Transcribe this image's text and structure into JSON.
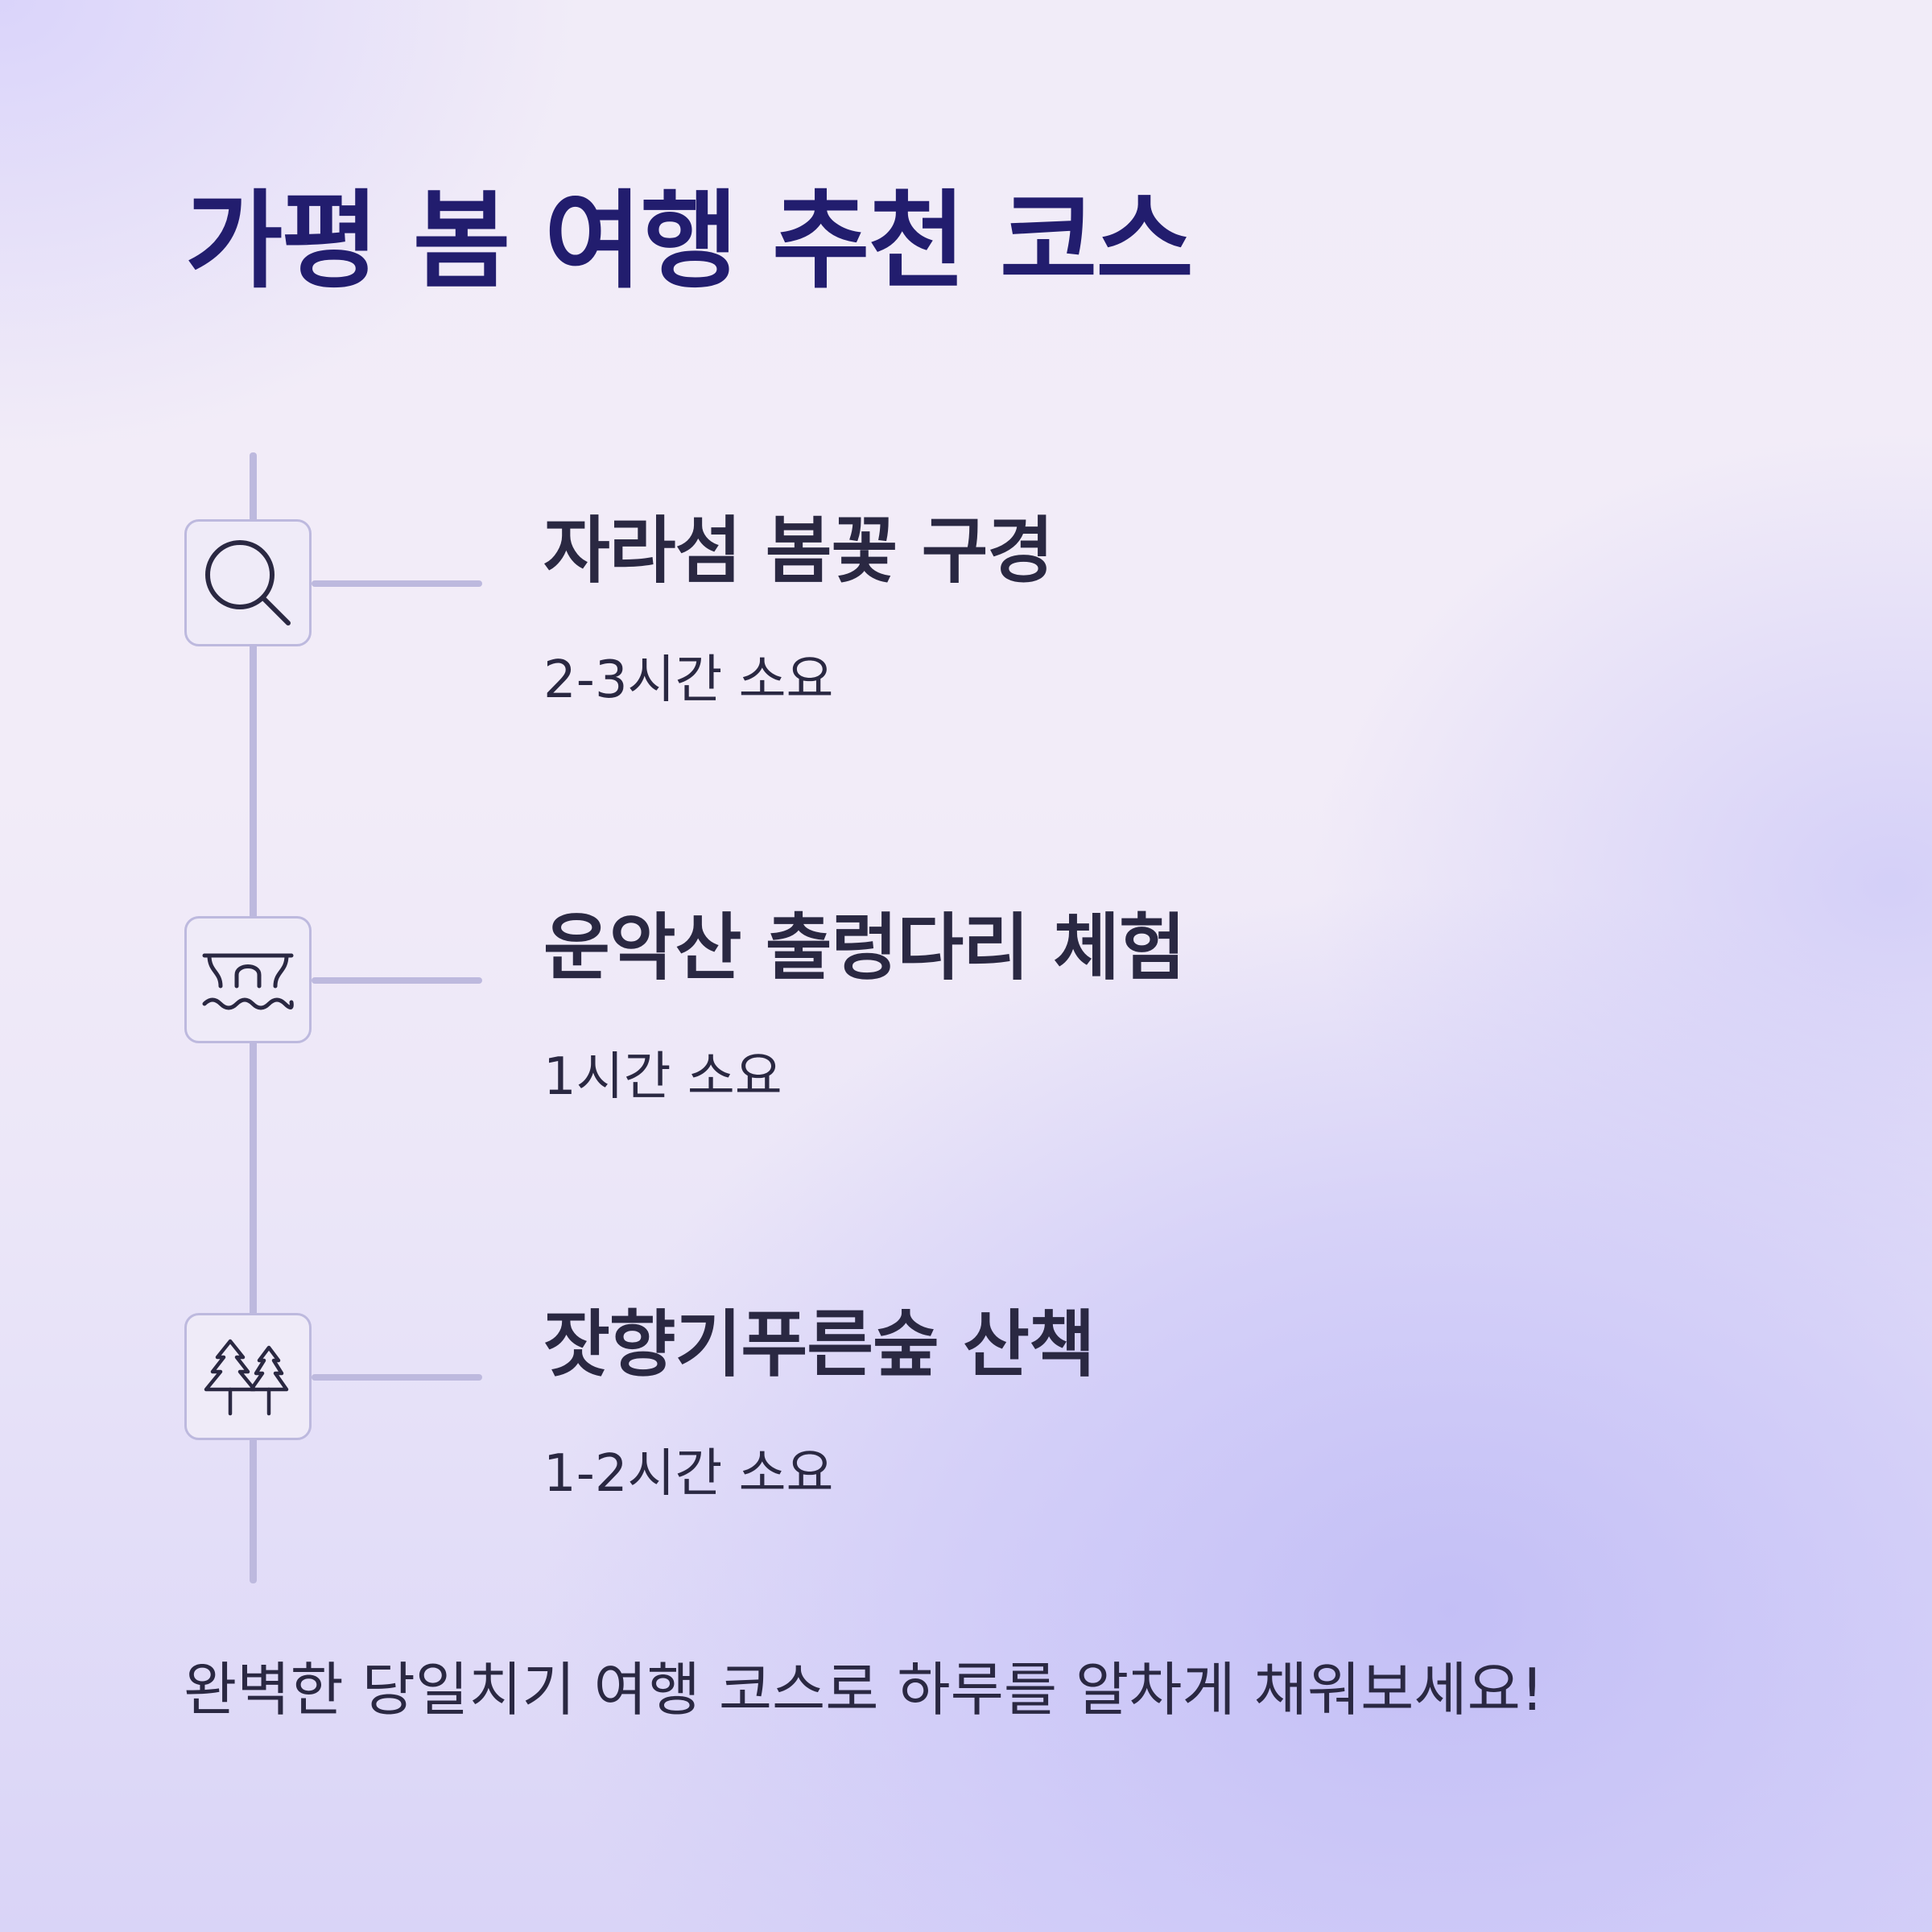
{
  "title": "가평 봄 여행 추천 코스",
  "steps": [
    {
      "title": "자라섬 봄꽃 구경",
      "duration": "2-3시간 소요",
      "icon": "magnifier-icon"
    },
    {
      "title": "운악산 출렁다리 체험",
      "duration": "1시간 소요",
      "icon": "bridge-icon"
    },
    {
      "title": "잣향기푸른숲 산책",
      "duration": "1-2시간 소요",
      "icon": "trees-icon"
    }
  ],
  "footer": "완벽한 당일치기 여행 코스로 하루를 알차게 채워보세요!",
  "colors": {
    "title": "#221d6e",
    "text": "#2a2842",
    "line": "#bdb9de",
    "icon_box_bg": "#efebf8"
  }
}
